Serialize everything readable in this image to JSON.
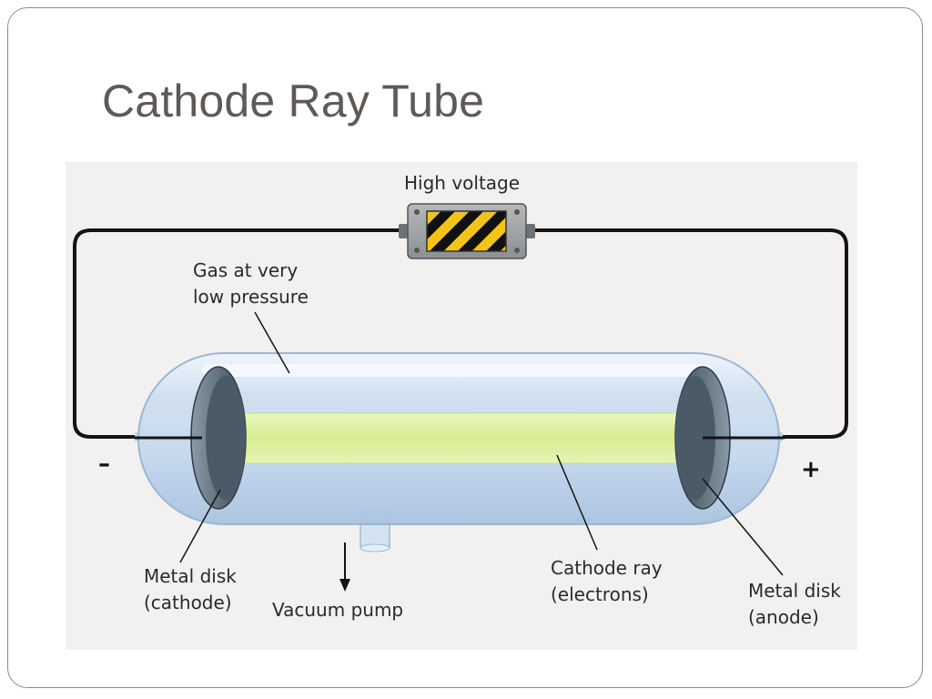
{
  "slide": {
    "title": "Cathode Ray Tube"
  },
  "diagram": {
    "labels": {
      "high_voltage": "High voltage",
      "gas_line1": "Gas at very",
      "gas_line2": "low pressure",
      "cathode_line1": "Metal disk",
      "cathode_line2": "(cathode)",
      "vacuum_pump": "Vacuum pump",
      "ray_line1": "Cathode ray",
      "ray_line2": "(electrons)",
      "anode_line1": "Metal disk",
      "anode_line2": "(anode)",
      "minus_sign": "–",
      "plus_sign": "+"
    },
    "colors": {
      "wire": "#141414",
      "tube_glass": "#c9dcef",
      "cathode_ray": "#dff0a3",
      "hazard_yellow": "#f2c418",
      "hazard_black": "#111111"
    }
  }
}
